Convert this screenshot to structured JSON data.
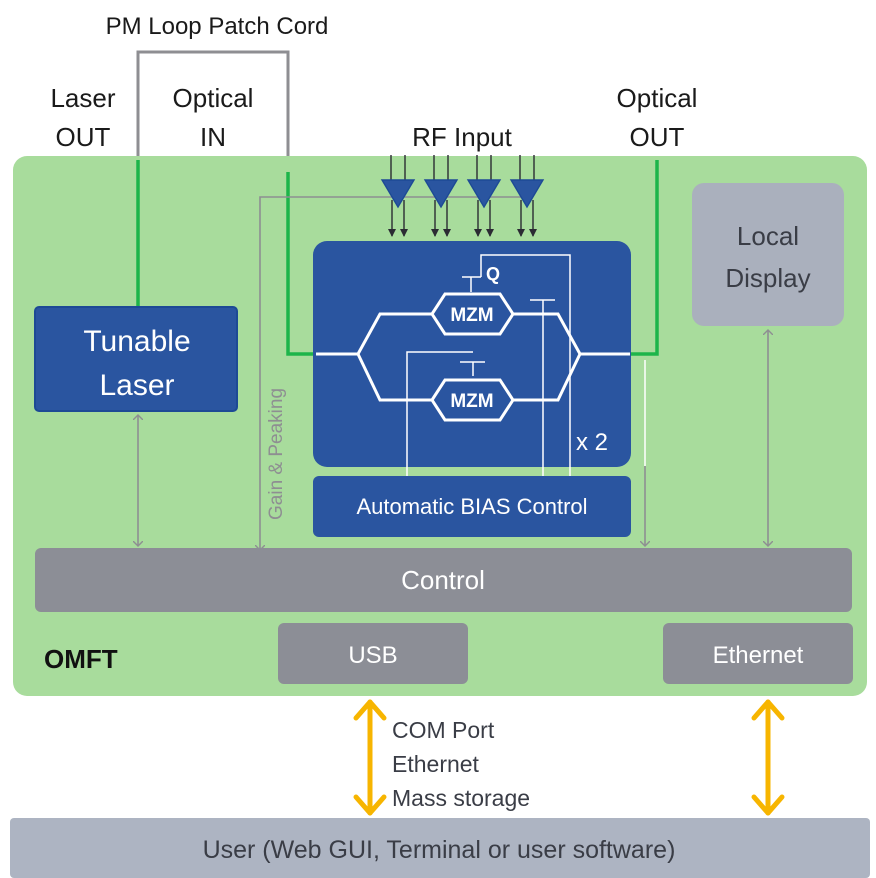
{
  "labels": {
    "pm_loop": "PM Loop Patch Cord",
    "laser_out_1": "Laser",
    "laser_out_2": "OUT",
    "optical_in_1": "Optical",
    "optical_in_2": "IN",
    "rf_input": "RF Input",
    "optical_out_1": "Optical",
    "optical_out_2": "OUT",
    "local_display_1": "Local",
    "local_display_2": "Display",
    "tunable_laser_1": "Tunable",
    "tunable_laser_2": "Laser",
    "gain_peaking": "Gain & Peaking",
    "q": "Q",
    "mzm_top": "MZM",
    "mzm_bottom": "MZM",
    "x2": "x 2",
    "abc": "Automatic BIAS Control",
    "control": "Control",
    "omft": "OMFT",
    "usb": "USB",
    "ethernet": "Ethernet",
    "com_port": "COM Port",
    "ethernet_link": "Ethernet",
    "mass_storage": "Mass storage",
    "user": "User (Web GUI, Terminal or user software)"
  },
  "colors": {
    "board": "#a8dc9c",
    "blue_block": "#2a55a0",
    "gray_block": "#8c8e96",
    "display_block": "#aab0bd",
    "user_bar": "#adb4c2",
    "green_fiber": "#1db54a",
    "yellow_arrow": "#f7b500",
    "gray_line": "#8e8e92"
  }
}
